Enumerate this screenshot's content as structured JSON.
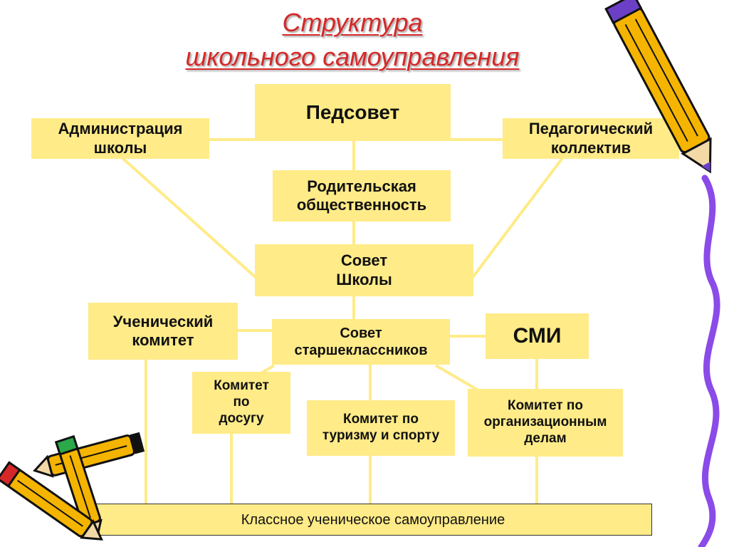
{
  "title": {
    "line1": "Структура",
    "line2": "школьного самоуправления"
  },
  "nodes": {
    "pedsovet": "Педсовет",
    "administration": "Администрация\nшколы",
    "ped_collective": "Педагогический\nколлектив",
    "parents": "Родительская\nобщественность",
    "school_council": "Совет\nШколы",
    "student_committee": "Ученический\nкомитет",
    "senior_council": "Совет\nстаршеклассников",
    "media": "СМИ",
    "leisure_committee": "Комитет\nпо\nдосугу",
    "sport_committee": "Комитет по\nтуризму и спорту",
    "org_committee": "Комитет по\nорганизационным\nделам",
    "class_self_government": "Классное ученическое самоуправление"
  },
  "colors": {
    "box_fill": "#ffeb88",
    "connector": "#ffeb88",
    "title": "#d62828",
    "pencil_body": "#f4b400",
    "ribbon": "#8a4be8"
  },
  "icons": [
    "pencil-icon",
    "pencil-icon",
    "pencil-icon",
    "wavy-ribbon"
  ]
}
